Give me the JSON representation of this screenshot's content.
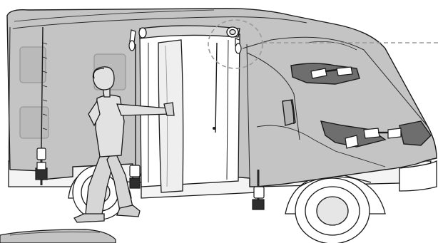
{
  "illustration": {
    "subject": "camper-cover-installation",
    "colors": {
      "cover_fill": "#c4c4c4",
      "cover_dark": "#9e9e9e",
      "vent_panel": "#6e6e6e",
      "outline": "#1a1a1a",
      "vehicle_white": "#ffffff",
      "shade": "#d9d9d9",
      "callout_dash": "#9a9a9a"
    },
    "icons": [
      "zipper-icon",
      "buckle-icon",
      "strap-icon",
      "person-figure",
      "callout-circle"
    ]
  }
}
